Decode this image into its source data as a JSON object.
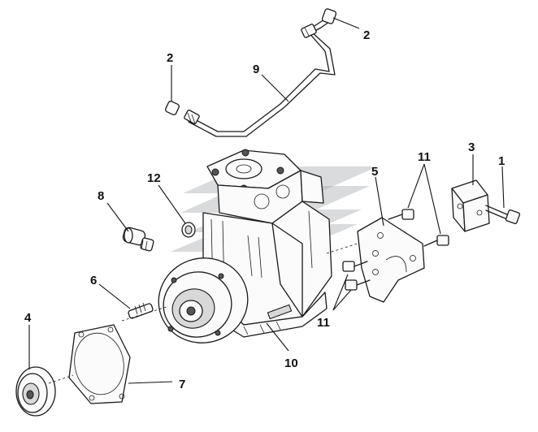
{
  "diagram": {
    "callouts": [
      {
        "id": "c1",
        "label": "1"
      },
      {
        "id": "c2a",
        "label": "2"
      },
      {
        "id": "c2b",
        "label": "2"
      },
      {
        "id": "c3",
        "label": "3"
      },
      {
        "id": "c4",
        "label": "4"
      },
      {
        "id": "c5",
        "label": "5"
      },
      {
        "id": "c6",
        "label": "6"
      },
      {
        "id": "c7",
        "label": "7"
      },
      {
        "id": "c8",
        "label": "8"
      },
      {
        "id": "c9",
        "label": "9"
      },
      {
        "id": "c10",
        "label": "10"
      },
      {
        "id": "c11a",
        "label": "11"
      },
      {
        "id": "c11b",
        "label": "11"
      },
      {
        "id": "c12",
        "label": "12"
      }
    ]
  }
}
